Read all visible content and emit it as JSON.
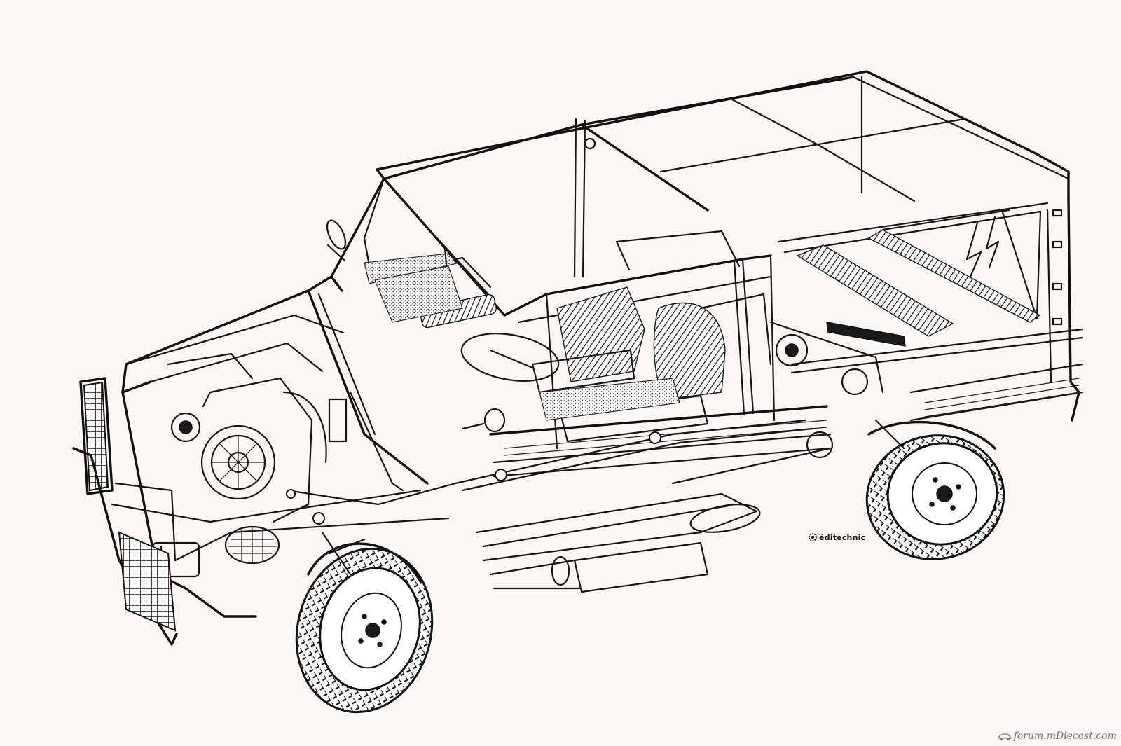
{
  "artwork": {
    "subject": "car-cutaway-illustration",
    "style": "black ink line drawing",
    "colors": {
      "ink": "#161616",
      "paper": "#f9f8f5",
      "watermark": "#7b7b7b"
    }
  },
  "signature": {
    "text": "éditechnic",
    "icon": "gear-icon"
  },
  "watermark": {
    "text": "forum.mDiecast.com",
    "icon": "car-logo-icon"
  }
}
